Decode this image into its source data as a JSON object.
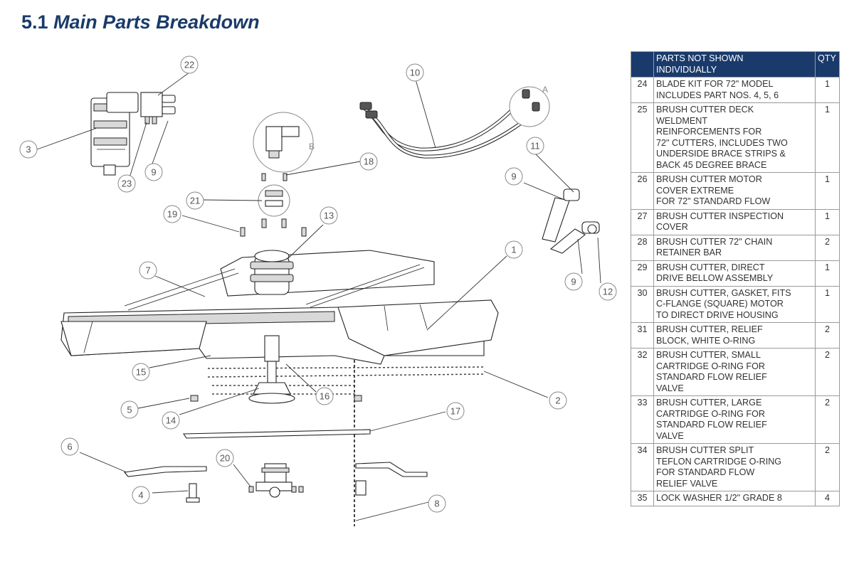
{
  "heading": {
    "number": "5.1",
    "title": "Main Parts Breakdown"
  },
  "diagram": {
    "callouts": [
      "1",
      "2",
      "3",
      "4",
      "5",
      "6",
      "7",
      "8",
      "9",
      "9",
      "9",
      "10",
      "11",
      "12",
      "13",
      "14",
      "15",
      "16",
      "17",
      "18",
      "19",
      "20",
      "21",
      "22",
      "23"
    ],
    "detail_labels": [
      "A",
      "B"
    ]
  },
  "table": {
    "headers": [
      "",
      "PARTS NOT SHOWN\nINDIVIDUALLY",
      "QTY"
    ],
    "rows": [
      {
        "num": "24",
        "desc": "BLADE KIT FOR 72\" MODEL\nINCLUDES PART NOS. 4, 5, 6",
        "qty": "1"
      },
      {
        "num": "25",
        "desc": "BRUSH CUTTER DECK\nWELDMENT\nREINFORCEMENTS FOR\n72\" CUTTERS, INCLUDES TWO\nUNDERSIDE BRACE STRIPS &\nBACK 45 DEGREE BRACE",
        "qty": "1"
      },
      {
        "num": "26",
        "desc": "BRUSH CUTTER MOTOR\nCOVER EXTREME\nFOR 72\" STANDARD FLOW",
        "qty": "1"
      },
      {
        "num": "27",
        "desc": "BRUSH CUTTER INSPECTION\nCOVER",
        "qty": "1"
      },
      {
        "num": "28",
        "desc": "BRUSH CUTTER 72\" CHAIN\nRETAINER BAR",
        "qty": "2"
      },
      {
        "num": "29",
        "desc": "BRUSH CUTTER, DIRECT\nDRIVE BELLOW ASSEMBLY",
        "qty": "1"
      },
      {
        "num": "30",
        "desc": "BRUSH CUTTER, GASKET, FITS\nC-FLANGE (SQUARE) MOTOR\nTO DIRECT DRIVE HOUSING",
        "qty": "1"
      },
      {
        "num": "31",
        "desc": "BRUSH CUTTER, RELIEF\nBLOCK, WHITE O-RING",
        "qty": "2"
      },
      {
        "num": "32",
        "desc": "BRUSH CUTTER, SMALL\nCARTRIDGE O-RING FOR\nSTANDARD FLOW RELIEF\nVALVE",
        "qty": "2"
      },
      {
        "num": "33",
        "desc": "BRUSH CUTTER, LARGE\nCARTRIDGE O-RING FOR\nSTANDARD FLOW RELIEF\nVALVE",
        "qty": "2"
      },
      {
        "num": "34",
        "desc": "BRUSH CUTTER SPLIT\nTEFLON CARTRIDGE O-RING\nFOR STANDARD FLOW\nRELIEF VALVE",
        "qty": "2"
      },
      {
        "num": "35",
        "desc": "LOCK WASHER 1/2\" GRADE 8",
        "qty": "4"
      }
    ]
  }
}
